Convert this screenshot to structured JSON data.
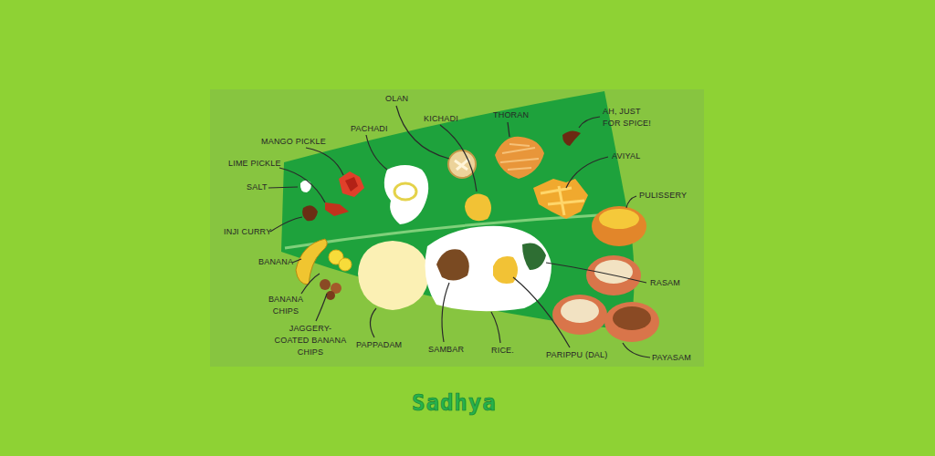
{
  "diagram": {
    "title": "Sadhya",
    "labels": [
      "OLAN",
      "KICHADI",
      "THORAN",
      "AH, JUST FOR SPICE!",
      "PACHADI",
      "MANGO PICKLE",
      "LIME PICKLE",
      "AVIYAL",
      "SALT",
      "PULISSERY",
      "INJI CURRY",
      "BANANA",
      "RASAM",
      "BANANA CHIPS",
      "JAGGERY-COATED BANANA CHIPS",
      "PAPPADAM",
      "SAMBAR",
      "RICE.",
      "PARIPPU (DAL)",
      "PAYASAM"
    ]
  }
}
